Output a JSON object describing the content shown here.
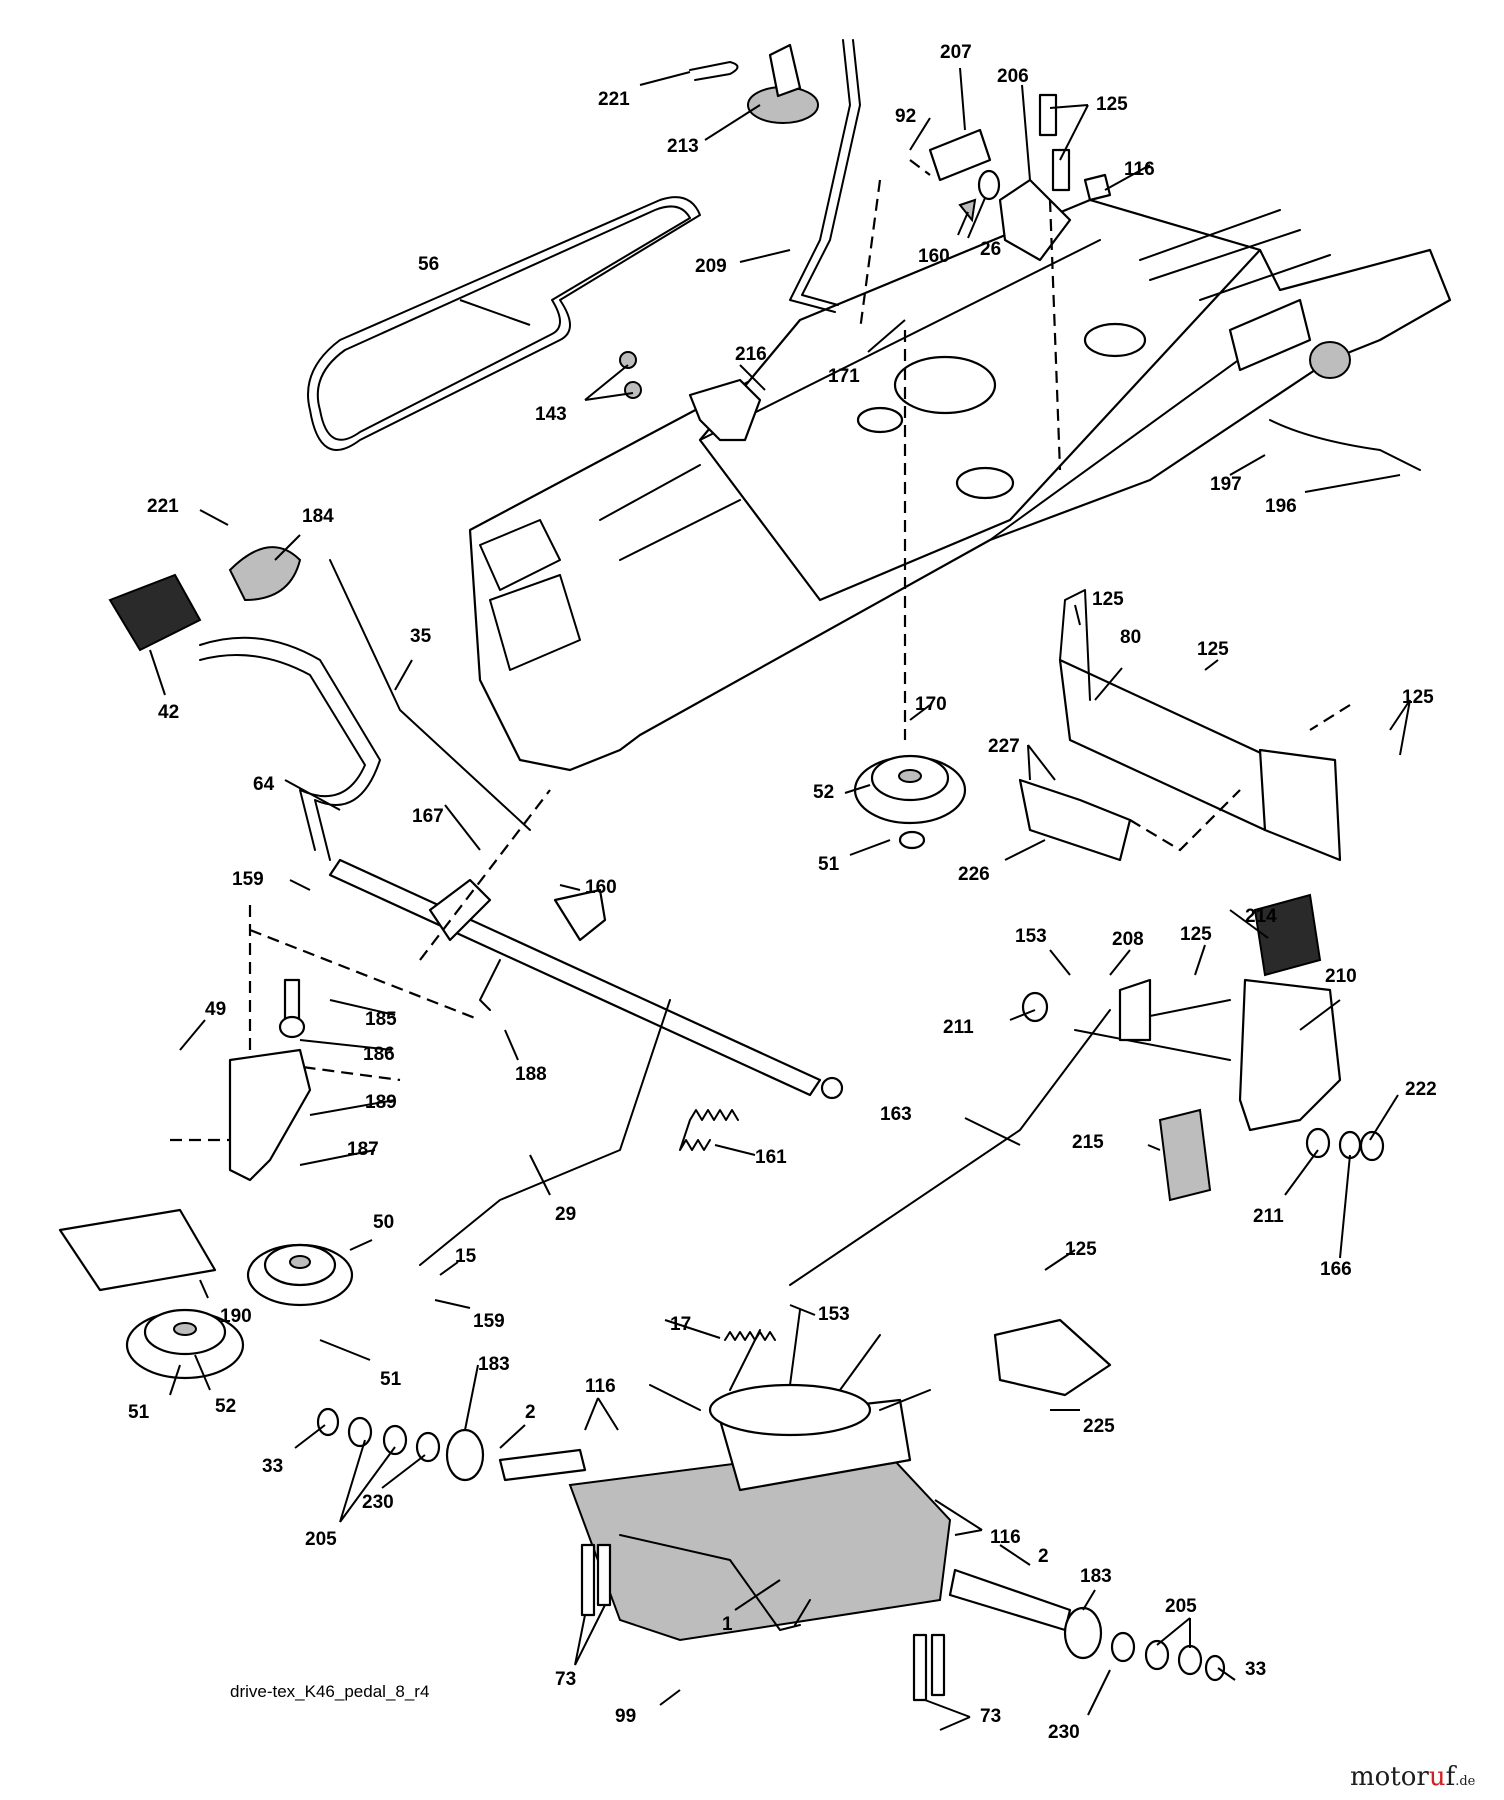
{
  "diagram": {
    "caption": "drive-tex_K46_pedal_8_r4",
    "watermark": {
      "name_a": "motor",
      "accent": "u",
      "name_b": "f",
      "suffix": ".de",
      "accent_color": "#d21f1f"
    },
    "callouts": [
      {
        "id": "c221a",
        "label": "221"
      },
      {
        "id": "c213",
        "label": "213"
      },
      {
        "id": "c207",
        "label": "207"
      },
      {
        "id": "c206",
        "label": "206"
      },
      {
        "id": "c125a",
        "label": "125"
      },
      {
        "id": "c92",
        "label": "92"
      },
      {
        "id": "c116a",
        "label": "116"
      },
      {
        "id": "c56",
        "label": "56"
      },
      {
        "id": "c160a",
        "label": "160"
      },
      {
        "id": "c26",
        "label": "26"
      },
      {
        "id": "c209",
        "label": "209"
      },
      {
        "id": "c216",
        "label": "216"
      },
      {
        "id": "c171",
        "label": "171"
      },
      {
        "id": "c143",
        "label": "143"
      },
      {
        "id": "c197",
        "label": "197"
      },
      {
        "id": "c196",
        "label": "196"
      },
      {
        "id": "c221b",
        "label": "221"
      },
      {
        "id": "c184",
        "label": "184"
      },
      {
        "id": "c35",
        "label": "35"
      },
      {
        "id": "c42",
        "label": "42"
      },
      {
        "id": "c125b",
        "label": "125"
      },
      {
        "id": "c125c",
        "label": "125"
      },
      {
        "id": "c80",
        "label": "80"
      },
      {
        "id": "c125d",
        "label": "125"
      },
      {
        "id": "c170",
        "label": "170"
      },
      {
        "id": "c227",
        "label": "227"
      },
      {
        "id": "c64",
        "label": "64"
      },
      {
        "id": "c52a",
        "label": "52"
      },
      {
        "id": "c167",
        "label": "167"
      },
      {
        "id": "c51a",
        "label": "51"
      },
      {
        "id": "c226",
        "label": "226"
      },
      {
        "id": "c159a",
        "label": "159"
      },
      {
        "id": "c160b",
        "label": "160"
      },
      {
        "id": "c214",
        "label": "214"
      },
      {
        "id": "c153a",
        "label": "153"
      },
      {
        "id": "c208",
        "label": "208"
      },
      {
        "id": "c125e",
        "label": "125"
      },
      {
        "id": "c210",
        "label": "210"
      },
      {
        "id": "c49",
        "label": "49"
      },
      {
        "id": "c185",
        "label": "185"
      },
      {
        "id": "c211a",
        "label": "211"
      },
      {
        "id": "c186",
        "label": "186"
      },
      {
        "id": "c188",
        "label": "188"
      },
      {
        "id": "c189",
        "label": "189"
      },
      {
        "id": "c222",
        "label": "222"
      },
      {
        "id": "c163",
        "label": "163"
      },
      {
        "id": "c187",
        "label": "187"
      },
      {
        "id": "c161",
        "label": "161"
      },
      {
        "id": "c215",
        "label": "215"
      },
      {
        "id": "c50",
        "label": "50"
      },
      {
        "id": "c29",
        "label": "29"
      },
      {
        "id": "c211b",
        "label": "211"
      },
      {
        "id": "c15",
        "label": "15"
      },
      {
        "id": "c166",
        "label": "166"
      },
      {
        "id": "c125f",
        "label": "125"
      },
      {
        "id": "c190",
        "label": "190"
      },
      {
        "id": "c159b",
        "label": "159"
      },
      {
        "id": "c17",
        "label": "17"
      },
      {
        "id": "c153b",
        "label": "153"
      },
      {
        "id": "c51b",
        "label": "51"
      },
      {
        "id": "c183a",
        "label": "183"
      },
      {
        "id": "c52b",
        "label": "52"
      },
      {
        "id": "c116b",
        "label": "116"
      },
      {
        "id": "c51c",
        "label": "51"
      },
      {
        "id": "c2a",
        "label": "2"
      },
      {
        "id": "c225",
        "label": "225"
      },
      {
        "id": "c33a",
        "label": "33"
      },
      {
        "id": "c230a",
        "label": "230"
      },
      {
        "id": "c205a",
        "label": "205"
      },
      {
        "id": "c116c",
        "label": "116"
      },
      {
        "id": "c183b",
        "label": "183"
      },
      {
        "id": "c2b",
        "label": "2"
      },
      {
        "id": "c1",
        "label": "1"
      },
      {
        "id": "c205b",
        "label": "205"
      },
      {
        "id": "c73a",
        "label": "73"
      },
      {
        "id": "c33b",
        "label": "33"
      },
      {
        "id": "c99",
        "label": "99"
      },
      {
        "id": "c73b",
        "label": "73"
      },
      {
        "id": "c230b",
        "label": "230"
      }
    ]
  }
}
